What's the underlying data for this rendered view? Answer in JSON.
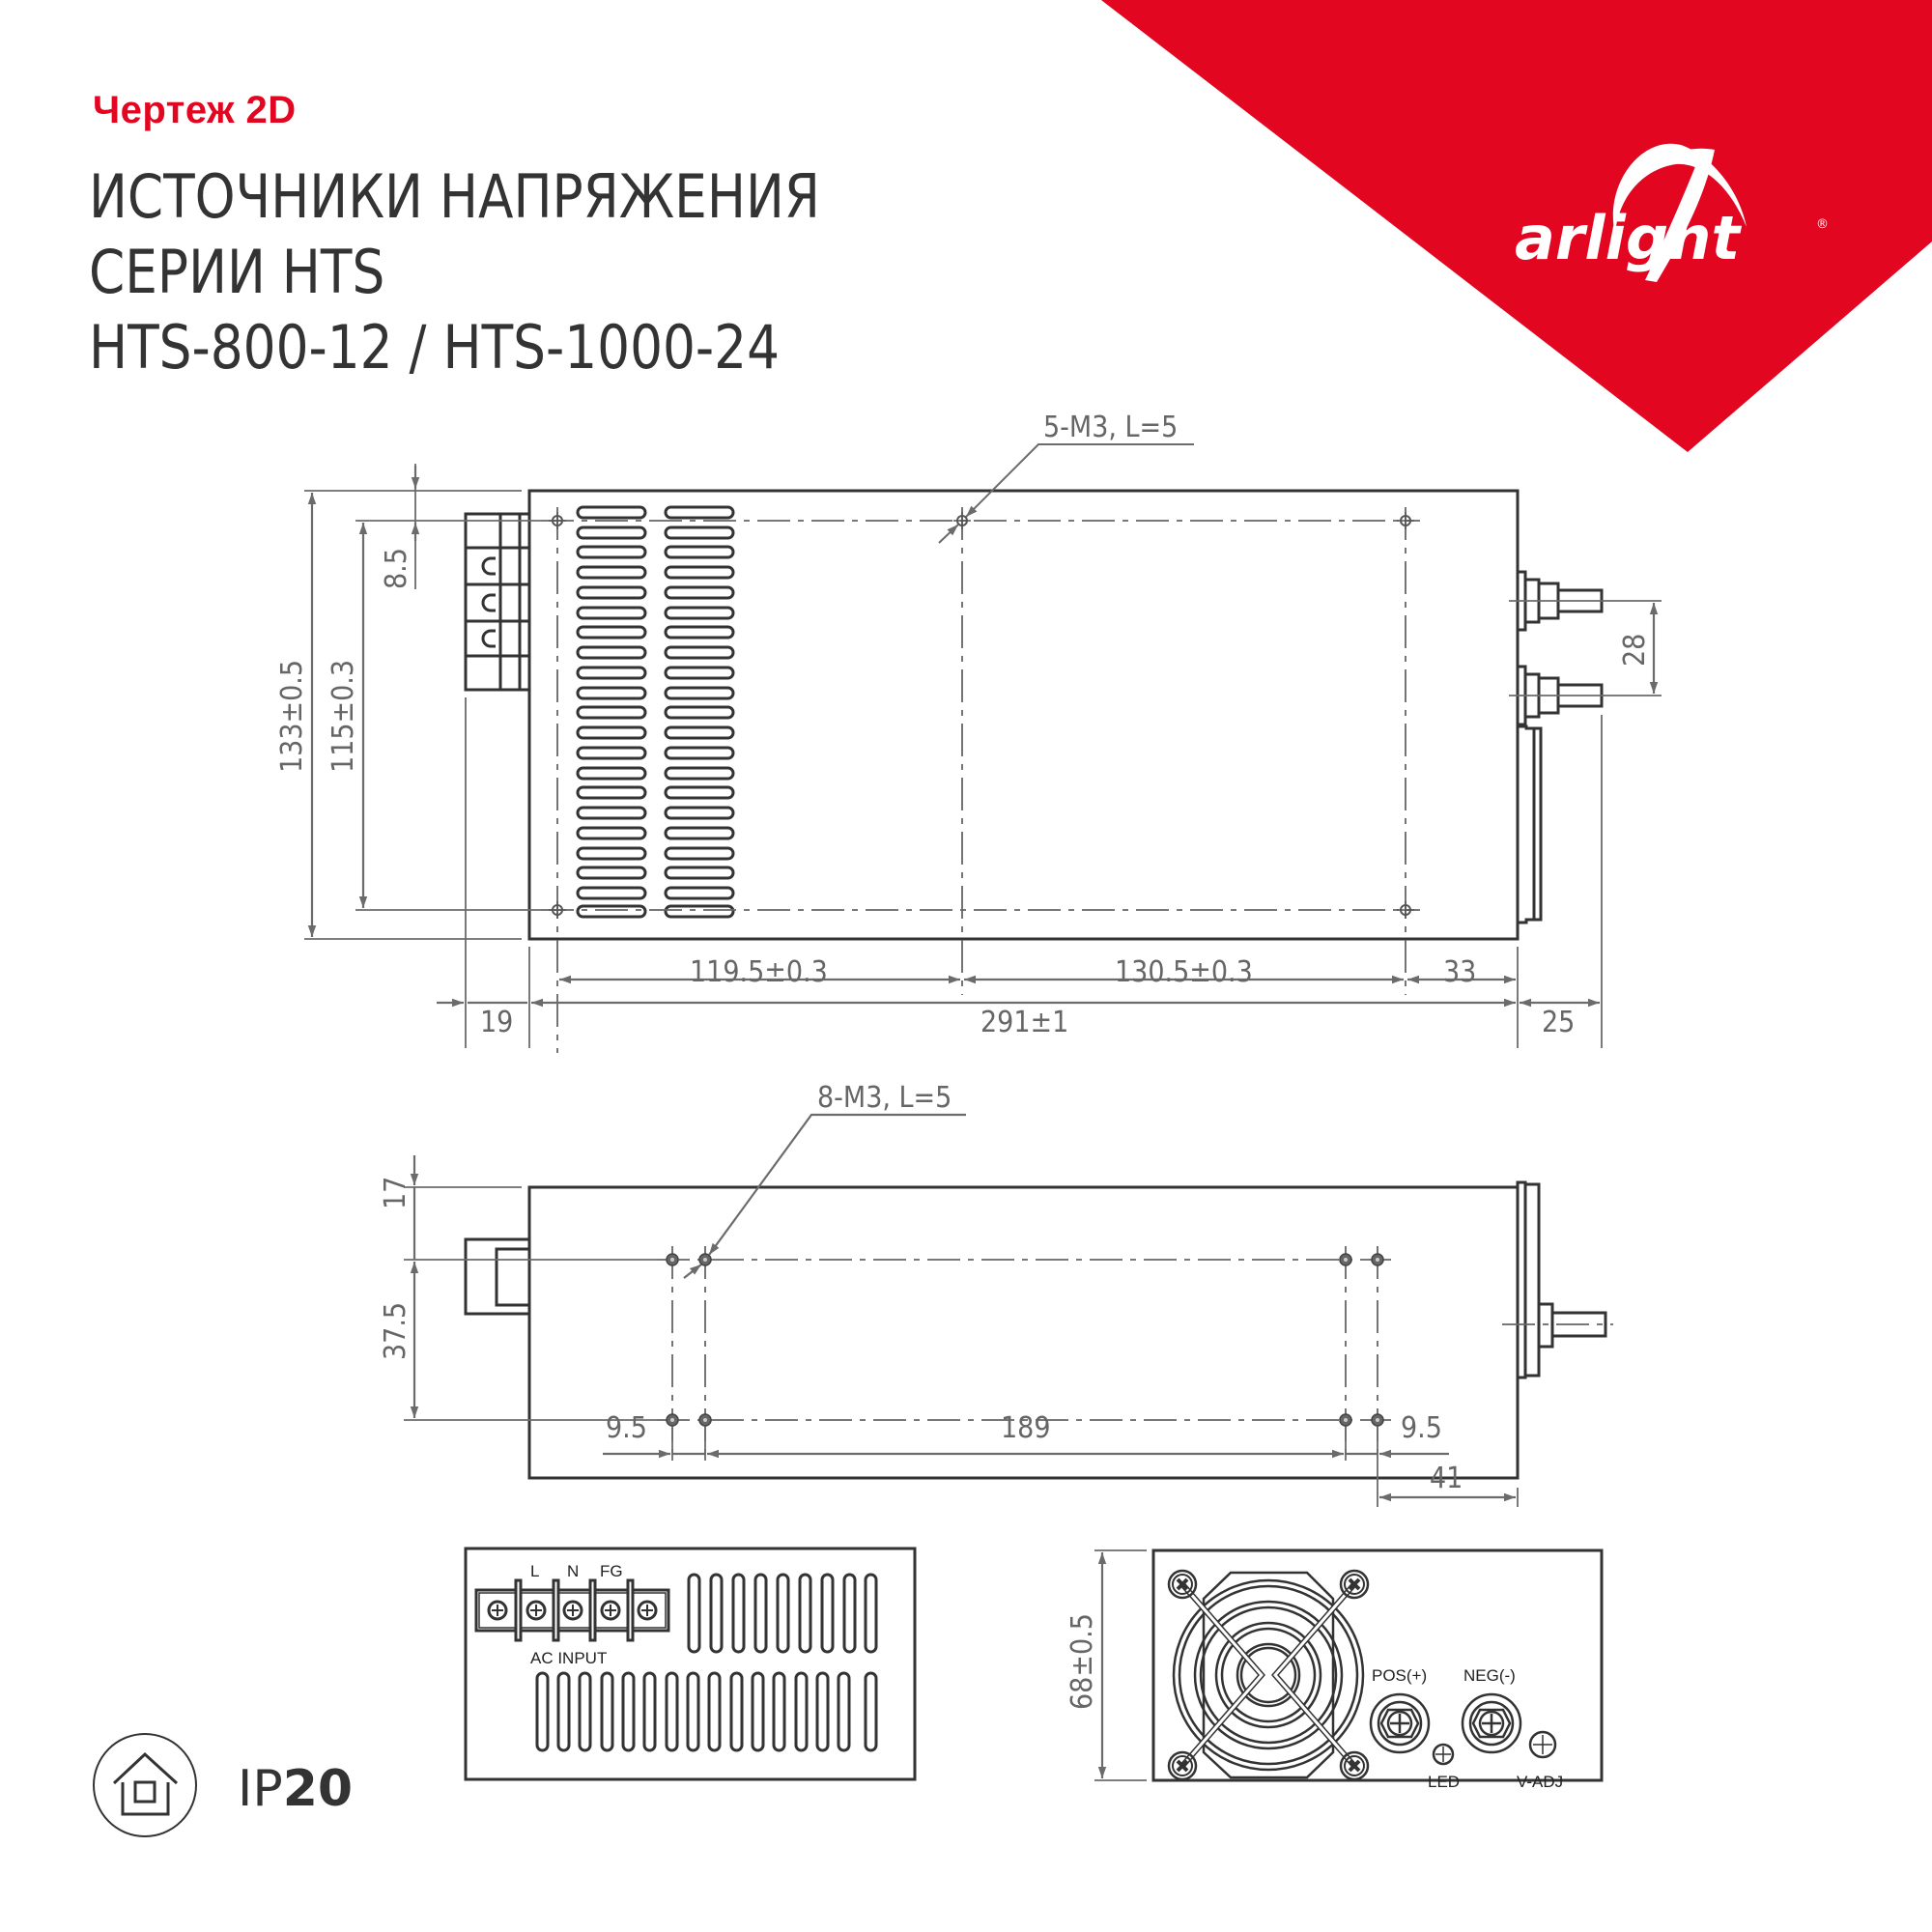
{
  "header": {
    "subtitle": "Чертеж 2D",
    "title_lines": [
      "ИСТОЧНИКИ НАПРЯЖЕНИЯ",
      "СЕРИИ HTS",
      "HTS-800-12 / HTS-1000-24"
    ]
  },
  "brand": {
    "name": "arlight",
    "registered": "®",
    "color": "#e30621"
  },
  "top_view": {
    "callout": "5-M3, L=5",
    "dims": {
      "height_total": "133±0.5",
      "height_holes": "115±0.3",
      "top_offset": "8.5",
      "terminals_spacing": "28",
      "hole_span_left": "119.5±0.3",
      "hole_span_right": "130.5±0.3",
      "right_offset": "33",
      "left_protrusion": "19",
      "length": "291±1",
      "right_protrusion": "25"
    }
  },
  "side_view": {
    "callout": "8-M3, L=5",
    "dims": {
      "top_offset": "17",
      "hole_spacing": "37.5",
      "left_offset": "9.5",
      "hole_span": "189",
      "right_offset": "9.5",
      "right_distance": "41"
    }
  },
  "input_end_view": {
    "terminal_labels": [
      "L",
      "N",
      "FG"
    ],
    "caption": "AC INPUT"
  },
  "output_end_view": {
    "height": "68±0.5",
    "pos_label": "POS(+)",
    "neg_label": "NEG(-)",
    "led_label": "LED",
    "vadj_label": "V-ADJ"
  },
  "protection": {
    "code": "IP",
    "rating": "20",
    "icon": "house-icon"
  },
  "colors": {
    "accent": "#e30621",
    "line": "#333333",
    "dim": "#6b6b6b"
  }
}
